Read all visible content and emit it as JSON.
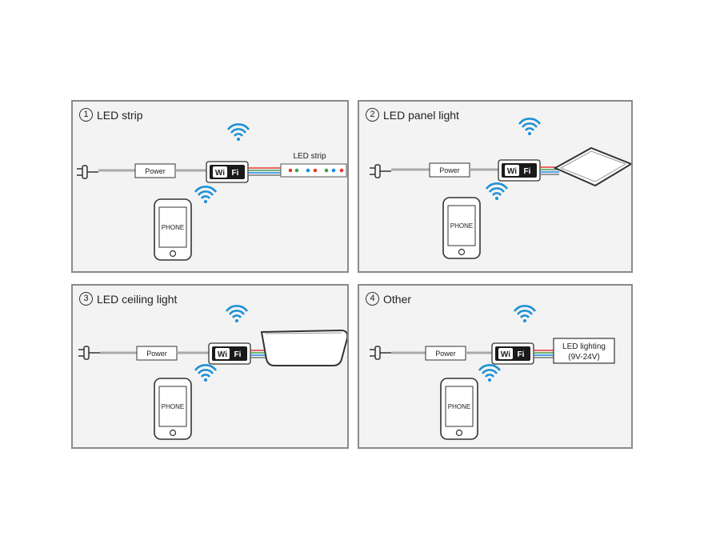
{
  "panels": [
    {
      "number": "1",
      "title": "LED strip",
      "power": "Power",
      "wifi": [
        "Wi",
        "Fi"
      ],
      "phone": "PHONE",
      "device_label": "LED strip"
    },
    {
      "number": "2",
      "title": "LED panel light",
      "power": "Power",
      "wifi": [
        "Wi",
        "Fi"
      ],
      "phone": "PHONE"
    },
    {
      "number": "3",
      "title": "LED ceiling light",
      "power": "Power",
      "wifi": [
        "Wi",
        "Fi"
      ],
      "phone": "PHONE"
    },
    {
      "number": "4",
      "title": "Other",
      "power": "Power",
      "wifi": [
        "Wi",
        "Fi"
      ],
      "phone": "PHONE",
      "device_label": "LED lighting",
      "device_sub": "(9V-24V)"
    }
  ],
  "colors": {
    "wifi_signal": "#1b8fd6",
    "wires": [
      "#e53935",
      "#43a047",
      "#1e88e5",
      "#777777"
    ]
  }
}
